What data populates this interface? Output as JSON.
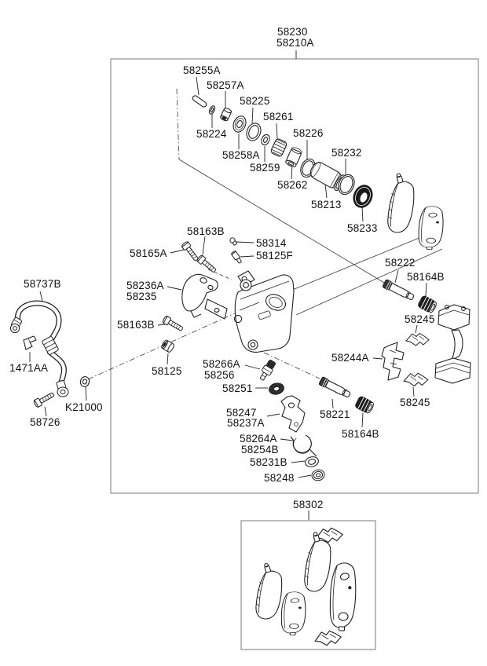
{
  "colors": {
    "background": "#ffffff",
    "line": "#222222",
    "box_border": "#8f8f8f",
    "text": "#101010",
    "dark_fill": "#1c1c1c"
  },
  "labels": {
    "assembly_code": "58230",
    "assembly_code_alt": "58210A",
    "pin_58255A": "58255A",
    "bush_58257A": "58257A",
    "ring_58225": "58225",
    "oring_58224": "58224",
    "boot_58261": "58261",
    "disc_58258A": "58258A",
    "ring_58226": "58226",
    "ring_58259": "58259",
    "seal_58262": "58262",
    "ring_58232": "58232",
    "piston_58213": "58213",
    "boot_58233": "58233",
    "bolt_58163B_top": "58163B",
    "cap_58314": "58314",
    "bolt_58165A": "58165A",
    "bleeder_58125F": "58125F",
    "bracket_58236A": "58236A",
    "bracket_58235": "58235",
    "bolt_58163B_left": "58163B",
    "nut_58125": "58125",
    "pin_58222": "58222",
    "bush_58164B_upper": "58164B",
    "shim_58245_upper": "58245",
    "retainer_58244A": "58244A",
    "shim_58245_lower": "58245",
    "screw_58266A": "58266A",
    "screw_58256": "58256",
    "washer_58251": "58251",
    "spring_58247": "58247",
    "spring_58237A": "58237A",
    "coil_58264A": "58264A",
    "coil_58254B": "58254B",
    "ring_58231B": "58231B",
    "grommet_58248": "58248",
    "pin_58221": "58221",
    "bush_58164B_lower": "58164B",
    "hose_58737B": "58737B",
    "clip_1471AA": "1471AA",
    "washer_K21000": "K21000",
    "bolt_58726": "58726",
    "pad_kit_58302": "58302"
  }
}
